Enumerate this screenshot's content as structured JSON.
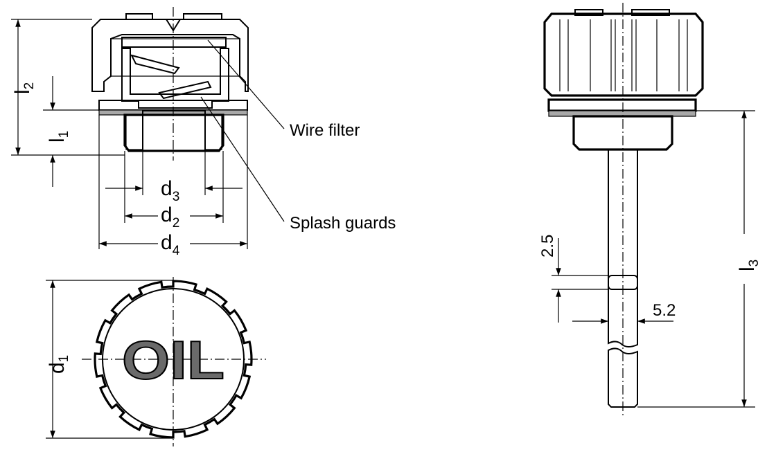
{
  "callouts": {
    "wire_filter": "Wire filter",
    "splash_guards": "Splash guards"
  },
  "dimensions": {
    "l2": {
      "main": "l",
      "sub": "2"
    },
    "l1": {
      "main": "l",
      "sub": "1"
    },
    "l3": {
      "main": "l",
      "sub": "3"
    },
    "d1": {
      "main": "d",
      "sub": "1"
    },
    "d2": {
      "main": "d",
      "sub": "2"
    },
    "d3": {
      "main": "d",
      "sub": "3"
    },
    "d4": {
      "main": "d",
      "sub": "4"
    },
    "groove_width": "2.5",
    "dipstick_diameter": "5.2"
  },
  "cap_marking": "OIL"
}
